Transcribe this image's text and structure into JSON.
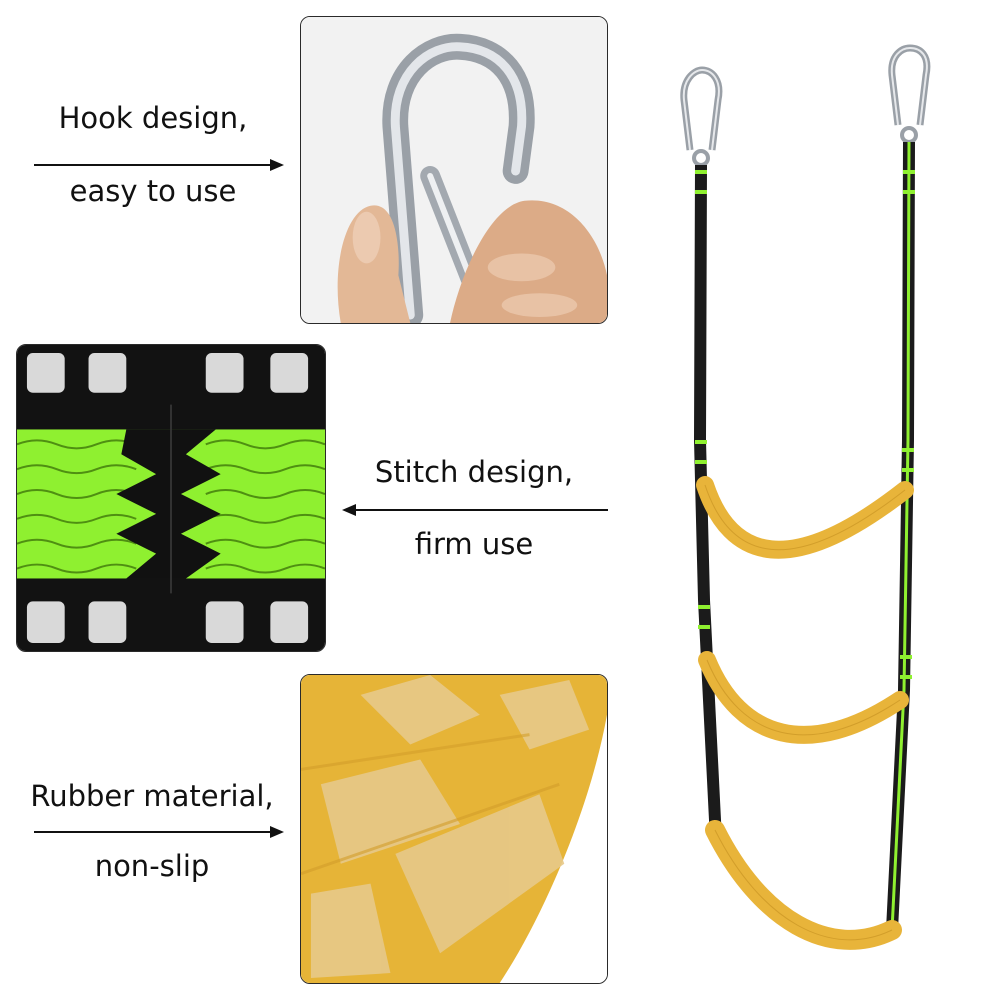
{
  "features": [
    {
      "line1": "Hook design,",
      "line2": "easy to use"
    },
    {
      "line1": "Stitch design,",
      "line2": "firm use"
    },
    {
      "line1": "Rubber material,",
      "line2": "non-slip"
    }
  ],
  "icons": {
    "arrow_right": "arrow-right-icon",
    "arrow_left": "arrow-left-icon"
  },
  "colors": {
    "webbing_black": "#1b1b1b",
    "webbing_green": "#8ff030",
    "rung_yellow": "#e8b43a",
    "steel": "#c9cdd2",
    "text": "#111111"
  }
}
